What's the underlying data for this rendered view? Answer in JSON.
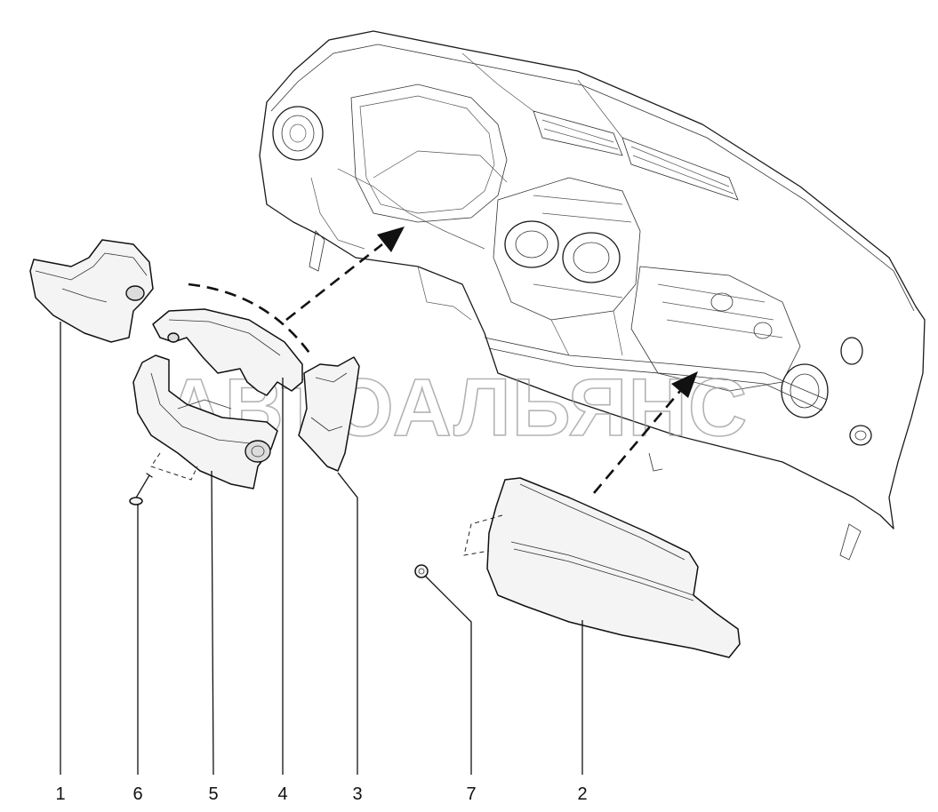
{
  "watermark": {
    "text": "АВТОАЛЬЯНС"
  },
  "callouts": [
    "1",
    "6",
    "5",
    "4",
    "3",
    "7",
    "2"
  ]
}
